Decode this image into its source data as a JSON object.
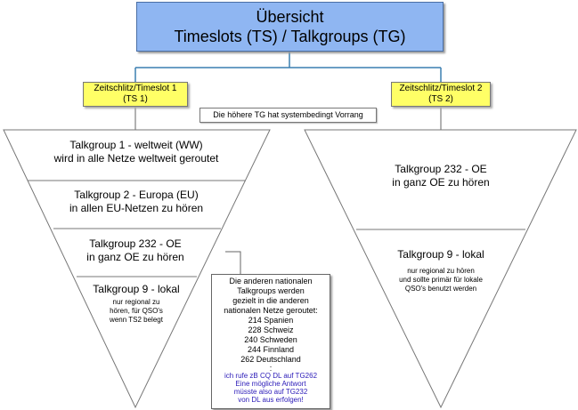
{
  "title": {
    "line1": "Übersicht",
    "line2": "Timeslots (TS) / Talkgroups (TG)"
  },
  "ts1": {
    "line1": "Zeitschlitz/Timeslot 1",
    "line2": "(TS 1)"
  },
  "ts2": {
    "line1": "Zeitschlitz/Timeslot 2",
    "line2": "(TS 2)"
  },
  "note": "Die höhere TG hat systembedingt Vorrang",
  "left_funnel": [
    {
      "line1": "Talkgroup 1 - weltweit (WW)",
      "line2": "wird in alle Netze weltweit geroutet"
    },
    {
      "line1": "Talkgroup 2 - Europa (EU)",
      "line2": "in allen EU-Netzen zu hören"
    },
    {
      "line1": "Talkgroup 232 - OE",
      "line2": "in ganz OE zu hören"
    },
    {
      "line1": "Talkgroup 9 - lokal",
      "small1": "nur regional zu",
      "small2": "hören, für QSO's",
      "small3": "wenn TS2 belegt"
    }
  ],
  "right_funnel": [
    {
      "line1": "Talkgroup 232 - OE",
      "line2": "in ganz OE zu hören"
    },
    {
      "line1": "Talkgroup 9 - lokal",
      "small1": "nur regional zu hören",
      "small2": "und sollte primär für lokale",
      "small3": "QSO's benutzt werden"
    }
  ],
  "callout": {
    "intro": [
      "Die anderen nationalen",
      "Talkgroups werden",
      "gezielt in die anderen",
      "nationalen Netze geroutet:"
    ],
    "list": [
      "214 Spanien",
      "228 Schweiz",
      "240 Schweden",
      "244 Finnland",
      "262 Deutschland",
      ":"
    ],
    "blue": [
      "ich rufe zB CQ DL auf TG262",
      "Eine mögliche Antwort",
      "müsste also auf TG232",
      "von DL aus erfolgen!"
    ]
  },
  "colors": {
    "title_bg": "#8fb6f2",
    "ts_bg": "#ffff66",
    "connector": "#3a7fb0",
    "callout_blue": "#2a1ab8"
  }
}
